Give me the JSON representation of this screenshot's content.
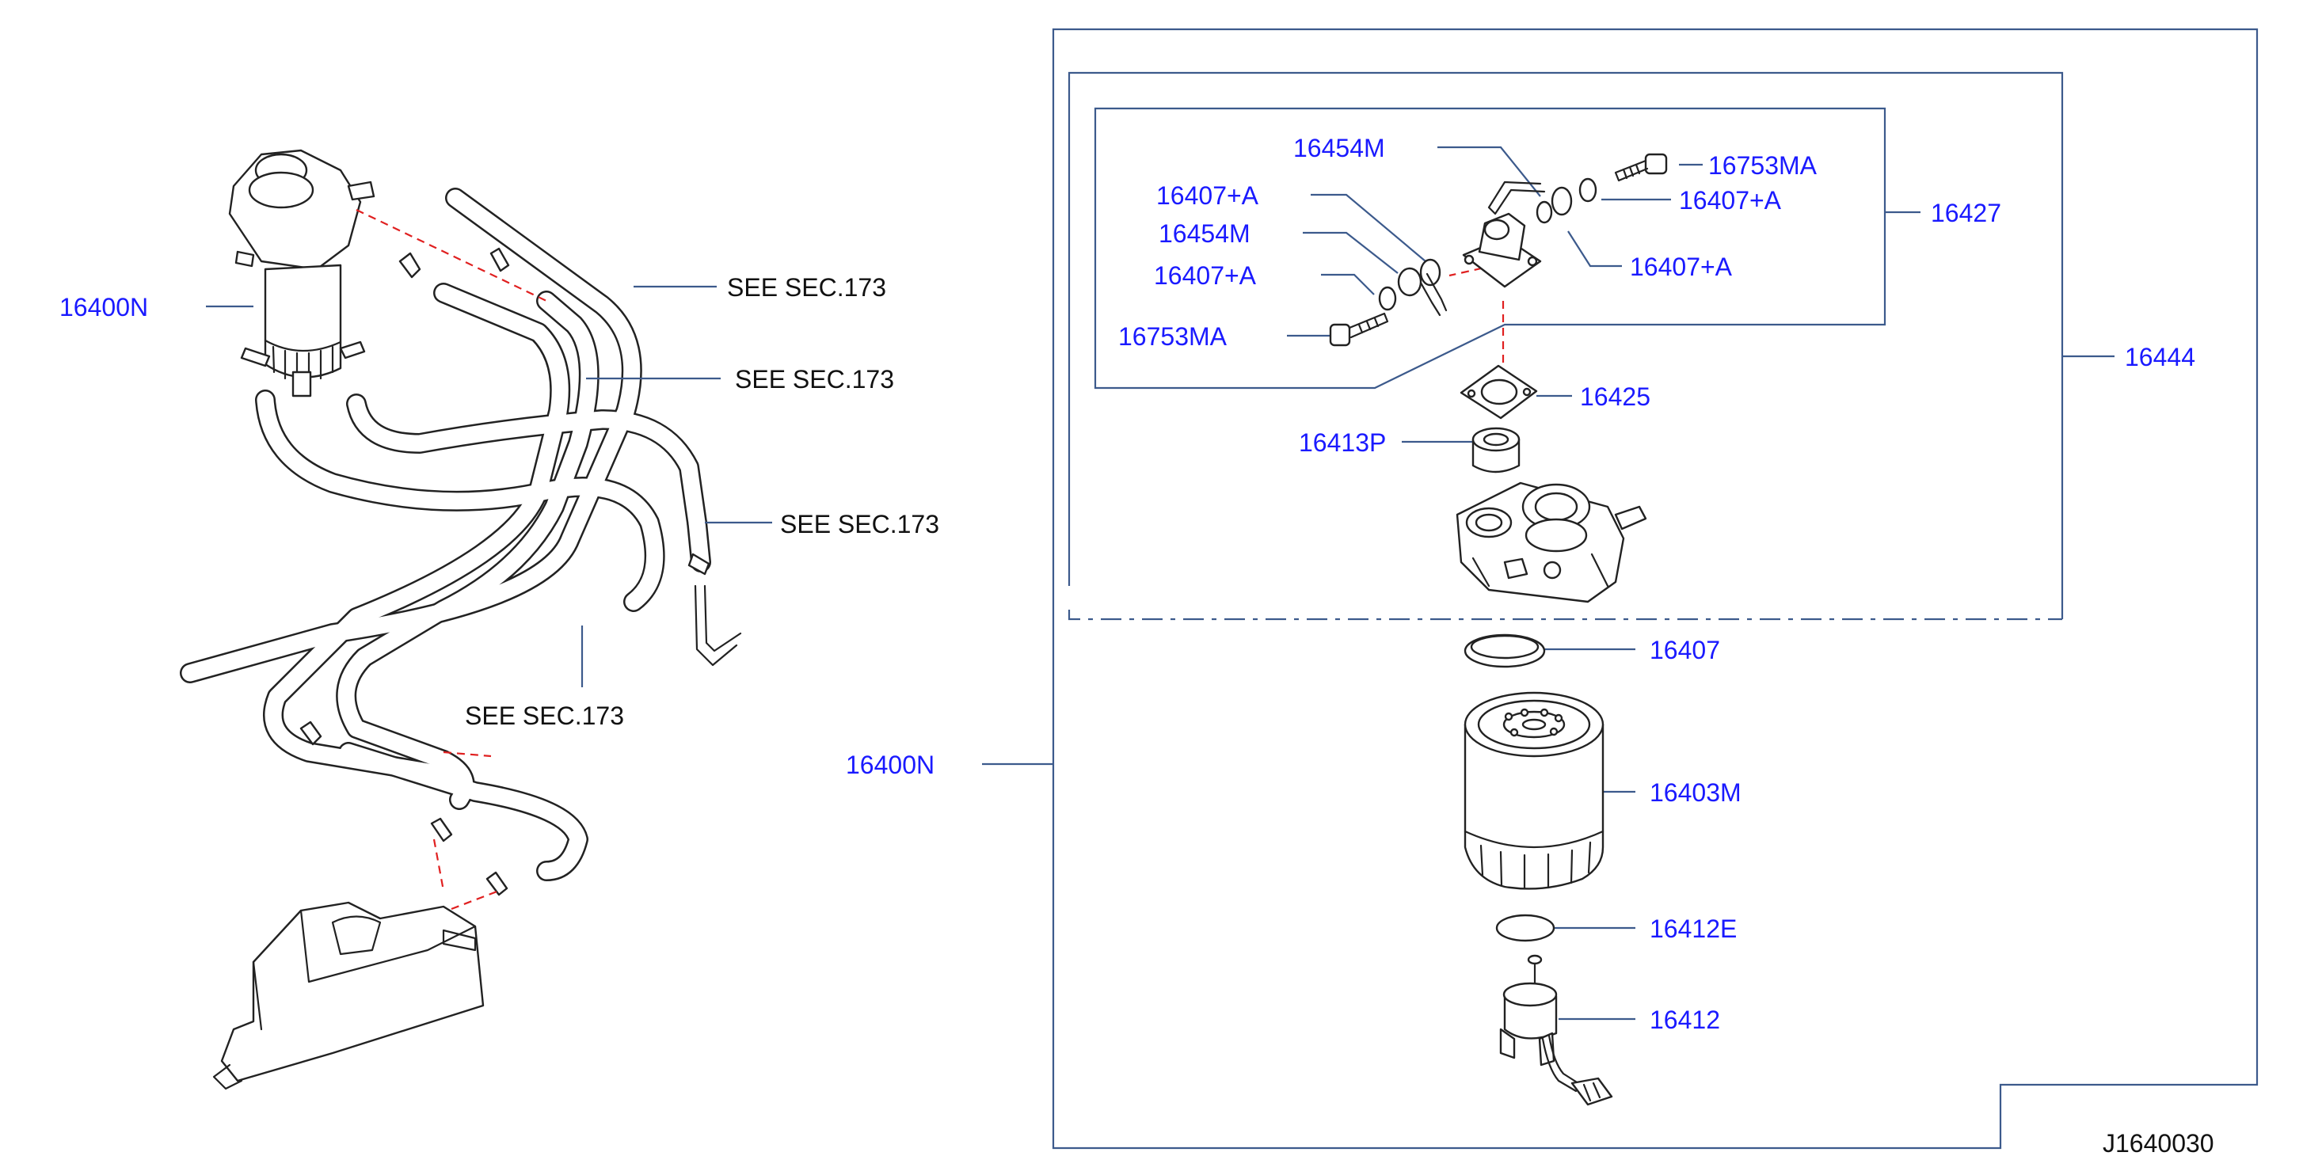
{
  "diagram_code": "J1640030",
  "left_assembly": {
    "main_label": "16400N",
    "see_references": [
      "SEE   SEC.173",
      "SEE   SEC.173",
      "SEE   SEC.173",
      "SEE   SEC.173"
    ]
  },
  "right_assembly": {
    "outer_label": "16400N",
    "frame_label_16444": "16444",
    "frame_label_16427": "16427",
    "parts": [
      {
        "id": "p0",
        "label": "16454M"
      },
      {
        "id": "p1",
        "label": "16407+A"
      },
      {
        "id": "p2",
        "label": "16454M"
      },
      {
        "id": "p3",
        "label": "16407+A"
      },
      {
        "id": "p4",
        "label": "16753MA"
      },
      {
        "id": "p5",
        "label": "16753MA"
      },
      {
        "id": "p6",
        "label": "16407+A"
      },
      {
        "id": "p7",
        "label": "16407+A"
      },
      {
        "id": "p8",
        "label": "16425"
      },
      {
        "id": "p9",
        "label": "16413P"
      },
      {
        "id": "p10",
        "label": "16407"
      },
      {
        "id": "p11",
        "label": "16403M"
      },
      {
        "id": "p12",
        "label": "16412E"
      },
      {
        "id": "p13",
        "label": "16412"
      }
    ]
  },
  "colors": {
    "label_text": "#1a1aff",
    "leader_lines": "#3c5a8c",
    "alignment_dashes": "#e02020",
    "drawing_lines": "#222222"
  }
}
